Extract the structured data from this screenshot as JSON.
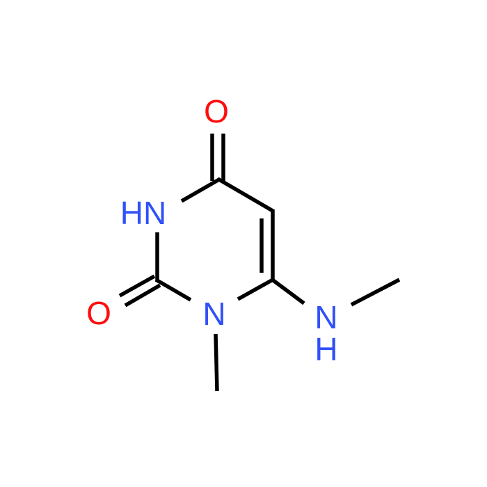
{
  "molecule": {
    "atoms": {
      "o_top": {
        "label": "O",
        "color": "#ff0d0d"
      },
      "o_left": {
        "label": "O",
        "color": "#ff0d0d"
      },
      "n_h_ring": {
        "label": "HN",
        "color": "#3050f8"
      },
      "n_ring": {
        "label": "N",
        "color": "#3050f8"
      },
      "n_h_amine_n": {
        "label": "N",
        "color": "#3050f8"
      },
      "n_h_amine_h": {
        "label": "H",
        "color": "#3050f8"
      }
    },
    "bond_color": "#000000"
  }
}
